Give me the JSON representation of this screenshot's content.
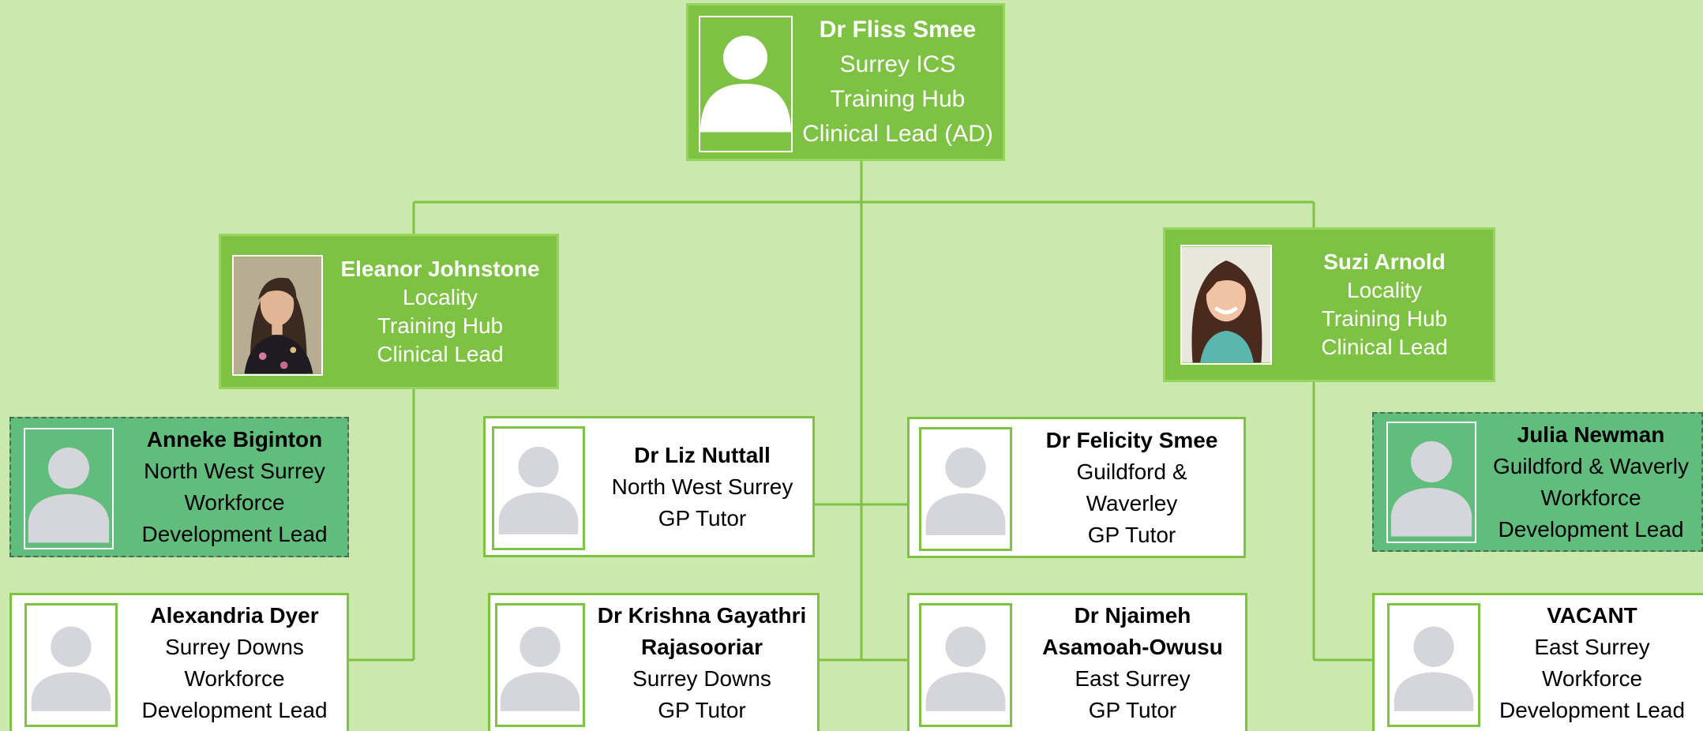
{
  "top": {
    "name": "Dr Fliss Smee",
    "lines": [
      "Surrey ICS",
      "Training Hub",
      "Clinical Lead (AD)"
    ]
  },
  "left_lead": {
    "name": "Eleanor Johnstone",
    "lines": [
      "Locality",
      "Training Hub",
      "Clinical Lead"
    ]
  },
  "right_lead": {
    "name": "Suzi Arnold",
    "lines": [
      "Locality",
      "Training Hub",
      "Clinical Lead"
    ]
  },
  "people": {
    "anneke": {
      "name": "Anneke Biginton",
      "lines": [
        "North West Surrey",
        "Workforce",
        "Development Lead"
      ]
    },
    "liz": {
      "name": "Dr Liz Nuttall",
      "lines": [
        "North West Surrey",
        "GP Tutor"
      ]
    },
    "felicity": {
      "name": "Dr Felicity Smee",
      "lines": [
        "Guildford &",
        "Waverley",
        "GP Tutor"
      ]
    },
    "julia": {
      "name": "Julia Newman",
      "lines": [
        "Guildford & Waverly",
        "Workforce",
        "Development Lead"
      ]
    },
    "alexandria": {
      "name": "Alexandria Dyer",
      "lines": [
        "Surrey Downs",
        "Workforce",
        "Development Lead"
      ]
    },
    "krishna": {
      "name_lines": [
        "Dr Krishna Gayathri",
        "Rajasooriar"
      ],
      "lines": [
        "Surrey Downs",
        "GP Tutor"
      ]
    },
    "njaimeh": {
      "name_lines": [
        "Dr Njaimeh",
        "Asamoah-Owusu"
      ],
      "lines": [
        "East Surrey",
        "GP Tutor"
      ]
    },
    "vacant": {
      "name": "VACANT",
      "lines": [
        "East Surrey",
        "Workforce",
        "Development Lead"
      ]
    }
  },
  "colors": {
    "background": "#cbe8ad",
    "primary_green": "#7dc242",
    "workforce_teal": "#60bd7c",
    "connector": "#7dc242",
    "avatar_silhouette": "#d5d5dc"
  },
  "icons": {
    "avatar": "person-silhouette-icon"
  }
}
